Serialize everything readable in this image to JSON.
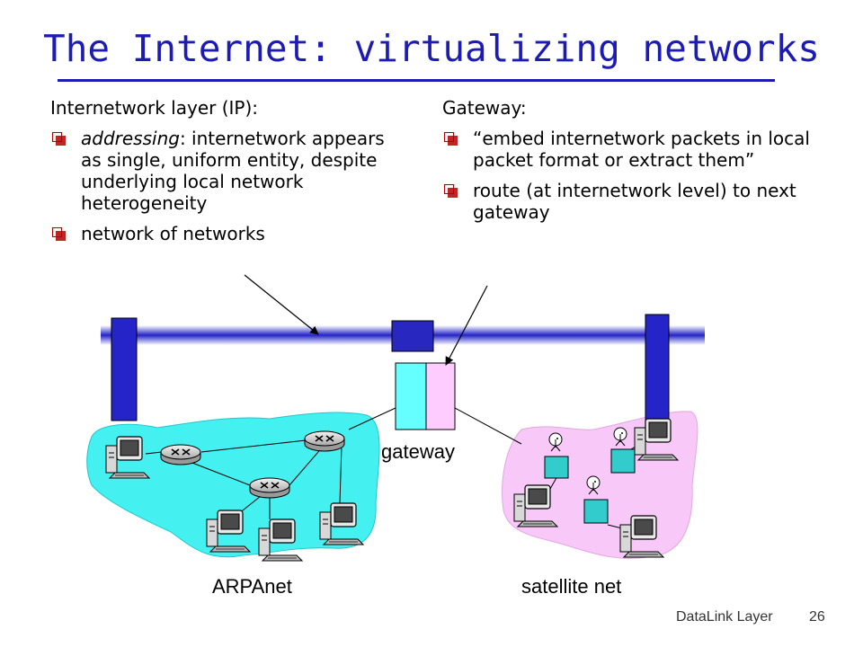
{
  "title": "The Internet: virtualizing networks",
  "left": {
    "heading": "Internetwork layer (IP):",
    "bullets": [
      {
        "em": "addressing",
        "text": ": internetwork appears as single, uniform entity, despite underlying local network heterogeneity"
      },
      {
        "em": "",
        "text": "network of networks"
      }
    ]
  },
  "right": {
    "heading": "Gateway:",
    "bullets": [
      {
        "text": "“embed internetwork packets in local packet format or extract them”"
      },
      {
        "text": "route (at internetwork level) to next gateway"
      }
    ]
  },
  "diagram": {
    "gateway_label": "gateway",
    "arpanet_label": "ARPAnet",
    "satellite_label": "satellite net",
    "colors": {
      "bus": "#2424c8",
      "arpanet_cloud": "#44f0f0",
      "satellite_cloud": "#f8c8f8",
      "gateway_left": "#66ffff",
      "gateway_right": "#ffccff",
      "gateway_top": "#2828c0"
    }
  },
  "footer": {
    "label": "DataLink Layer",
    "page": "26"
  }
}
